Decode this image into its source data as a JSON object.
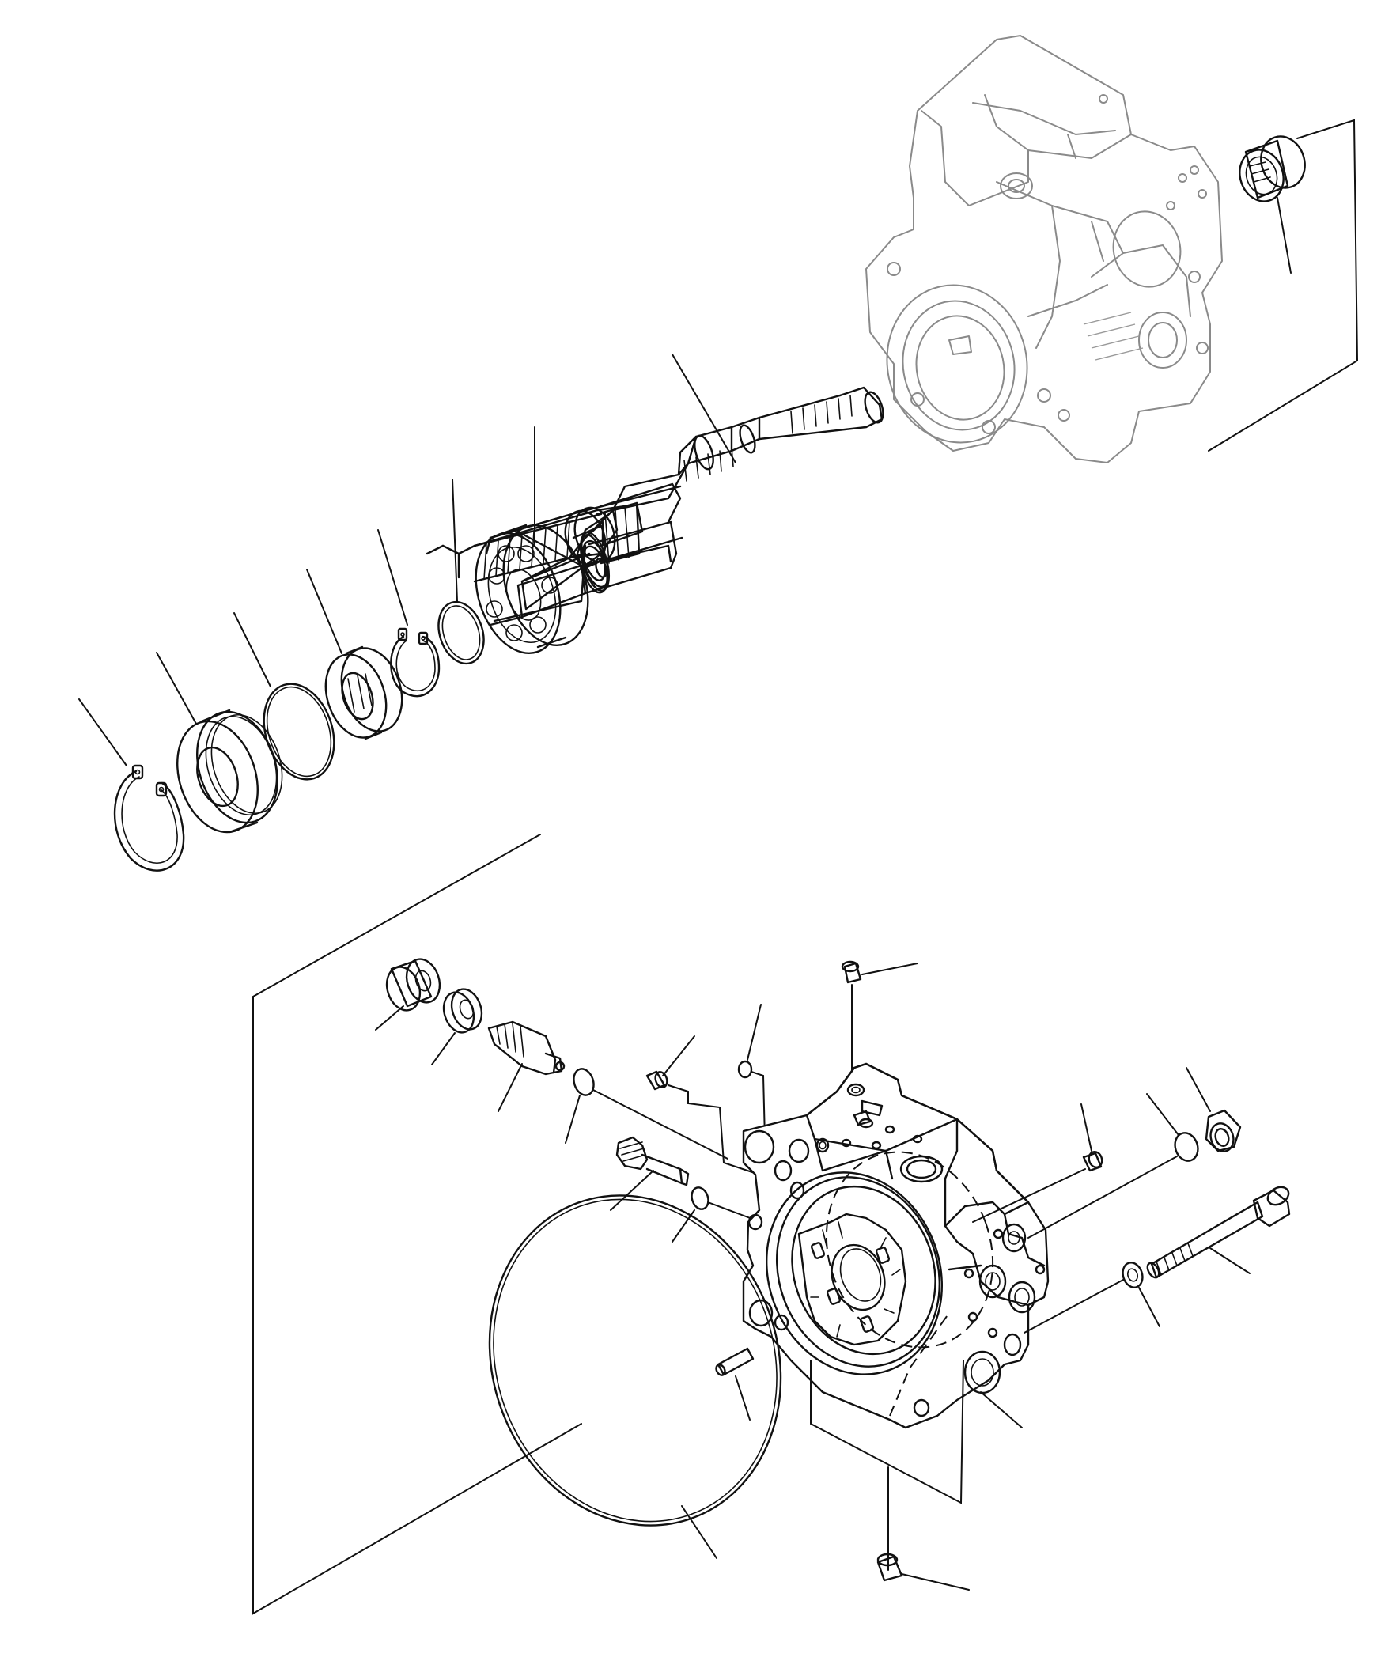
{
  "figure": {
    "parts": [
      "pump-case-reference",
      "needle-bearing",
      "drive-shaft",
      "ball-bearing",
      "snap-ring-small",
      "snap-ring-medium",
      "spacer",
      "o-ring-large",
      "oil-seal-retainer",
      "snap-ring-large",
      "valve-plate-housing",
      "gasket-ring",
      "dowel-pin",
      "plugs",
      "bolt",
      "washer"
    ],
    "colors": {
      "line": "#111111",
      "reference_part": "#8a8a8a",
      "background": "#ffffff"
    }
  }
}
